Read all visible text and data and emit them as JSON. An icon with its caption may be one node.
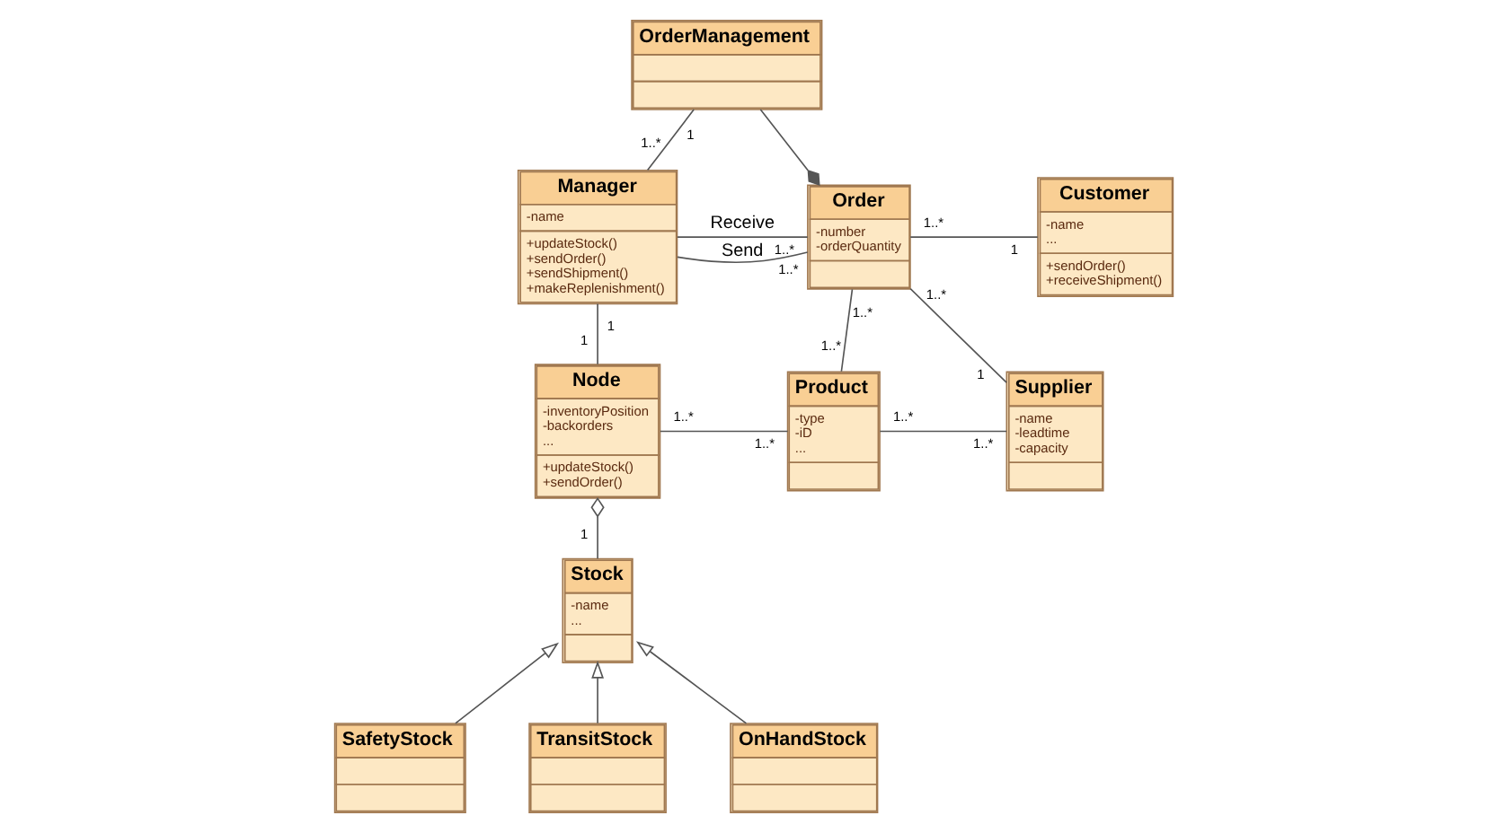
{
  "diagram": {
    "nodes": [
      {
        "text": [
          "OrderManagement"
        ]
      },
      {
        "text": [
          "Manager",
          "-name",
          "+updateStock()",
          "+sendOrder()",
          "+sendShipment()",
          "+makeReplenishment()"
        ]
      },
      {
        "text": [
          "Order",
          "-number",
          "-orderQuantity"
        ]
      },
      {
        "text": [
          "Customer",
          "-name",
          "...",
          "+sendOrder()",
          "+receiveShipment()"
        ]
      },
      {
        "text": [
          "Node",
          "-inventoryPosition",
          "-backorders",
          "...",
          "+updateStock()",
          "+sendOrder()"
        ]
      },
      {
        "text": [
          "Product",
          "-type",
          "-iD",
          "..."
        ]
      },
      {
        "text": [
          "Supplier",
          "-name",
          "-leadtime",
          "-capacity"
        ]
      },
      {
        "text": [
          "Stock",
          "-name",
          "..."
        ]
      },
      {
        "text": [
          "SafetyStock"
        ]
      },
      {
        "text": [
          "TransitStock"
        ]
      },
      {
        "text": [
          "OnHandStock"
        ]
      }
    ],
    "edges": [
      {
        "from": 1,
        "to": 0,
        "arrow": "none"
      },
      {
        "from": 0,
        "to": 2,
        "arrow": "other"
      },
      {
        "from": 1,
        "to": 2,
        "arrow": "none",
        "label": "Receive"
      },
      {
        "from": 1,
        "to": 2,
        "arrow": "none",
        "label": "Send"
      },
      {
        "from": 2,
        "to": 3,
        "arrow": "none"
      },
      {
        "from": 2,
        "to": 6,
        "arrow": "none"
      },
      {
        "from": 2,
        "to": 5,
        "arrow": "none"
      },
      {
        "from": 1,
        "to": 4,
        "arrow": "none"
      },
      {
        "from": 4,
        "to": 5,
        "arrow": "none"
      },
      {
        "from": 5,
        "to": 6,
        "arrow": "none"
      },
      {
        "from": 7,
        "to": 4,
        "arrow": "other"
      },
      {
        "from": 8,
        "to": 7,
        "arrow": "to"
      },
      {
        "from": 9,
        "to": 7,
        "arrow": "to"
      },
      {
        "from": 10,
        "to": 7,
        "arrow": "to"
      }
    ],
    "labels": [
      "1",
      "1..*",
      "1..*",
      "1..*",
      "1",
      "1..*",
      "1..*",
      "1..*",
      "1",
      "1",
      "1..*",
      "1",
      "1..*",
      "1..*",
      "1..*",
      "1..*",
      "1"
    ]
  }
}
